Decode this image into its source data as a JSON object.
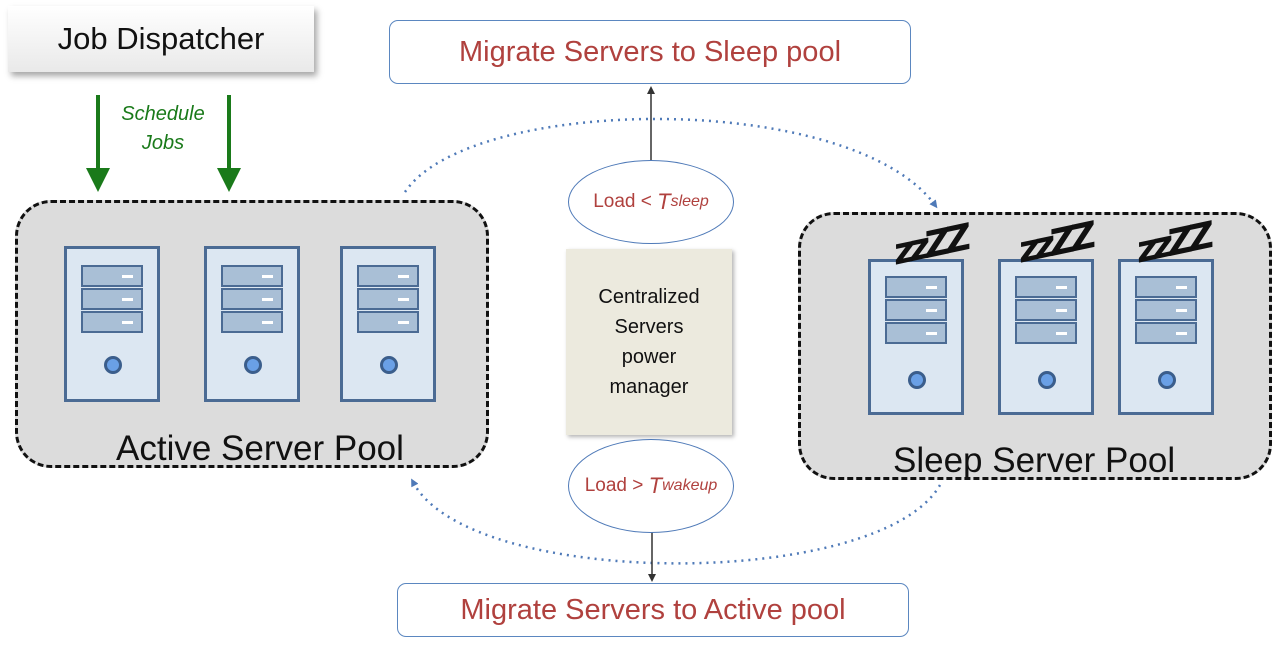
{
  "job_dispatcher": {
    "label": "Job Dispatcher"
  },
  "schedule": {
    "line1": "Schedule",
    "line2": "Jobs"
  },
  "migrate_sleep": {
    "label": "Migrate Servers to Sleep pool"
  },
  "migrate_active": {
    "label": "Migrate Servers to Active pool"
  },
  "active_pool": {
    "label": "Active Server Pool",
    "server_count": 3
  },
  "sleep_pool": {
    "label": "Sleep Server Pool",
    "server_count": 3,
    "sleep_mark": "zzZZ"
  },
  "manager": {
    "line1": "Centralized",
    "line2": "Servers",
    "line3": "power",
    "line4": "manager"
  },
  "load_sleep": {
    "prefix": "Load < ",
    "symbol": "T",
    "subscript": "sleep"
  },
  "load_wakeup": {
    "prefix": "Load > ",
    "symbol": "T",
    "subscript": "wakeup"
  },
  "colors": {
    "arrow_green": "#1a7a1a",
    "text_red": "#b0413e",
    "border_blue": "#5b87c0",
    "dotted_blue": "#4f7ab8"
  }
}
